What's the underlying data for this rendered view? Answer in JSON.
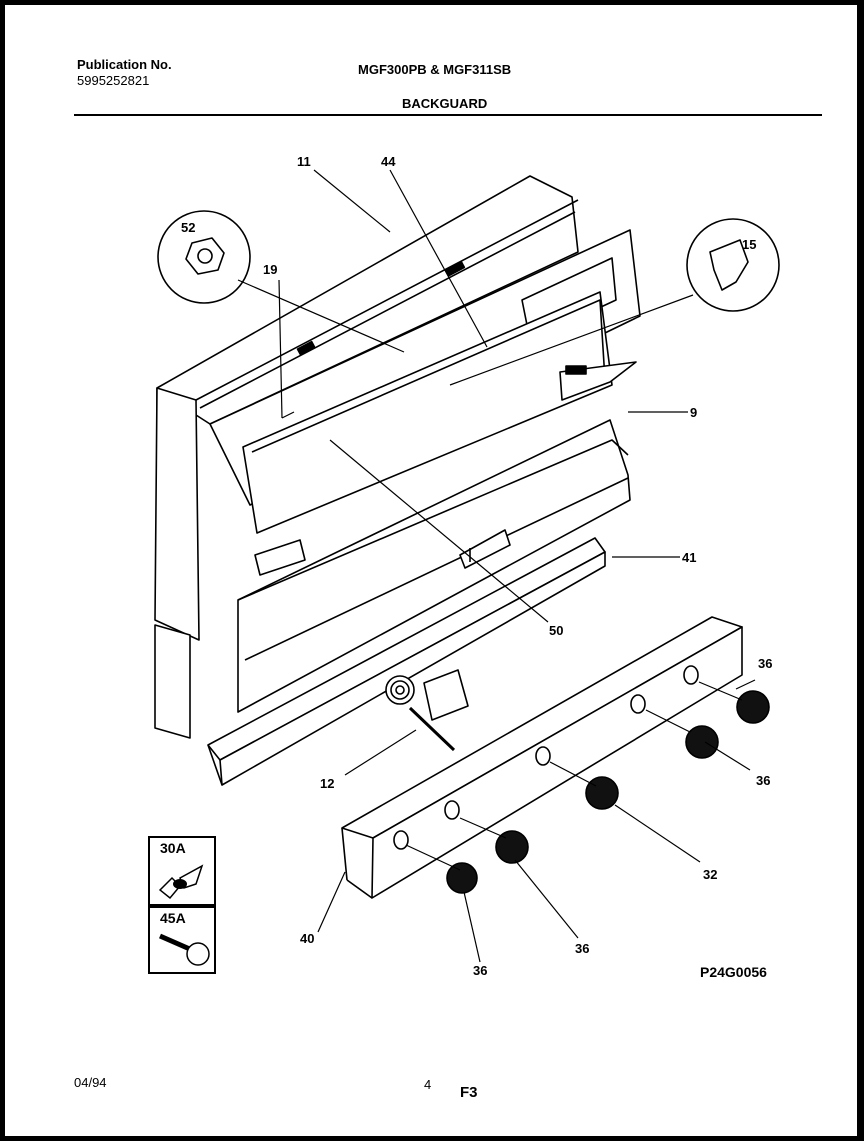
{
  "header": {
    "publication_label": "Publication No.",
    "publication_number": "5995252821",
    "model_title": "MGF300PB & MGF311SB",
    "section_title": "BACKGUARD"
  },
  "callouts": {
    "c11": "11",
    "c44": "44",
    "c52": "52",
    "c19": "19",
    "c15": "15",
    "c9": "9",
    "c41": "41",
    "c50": "50",
    "c36a": "36",
    "c36b": "36",
    "c12": "12",
    "c32": "32",
    "c36c": "36",
    "c40": "40",
    "c36d": "36"
  },
  "legend": {
    "box1": "30A",
    "box2": "45A"
  },
  "drawing_code": "P24G0056",
  "footer": {
    "date": "04/94",
    "page_number": "4",
    "section_code": "F3"
  }
}
